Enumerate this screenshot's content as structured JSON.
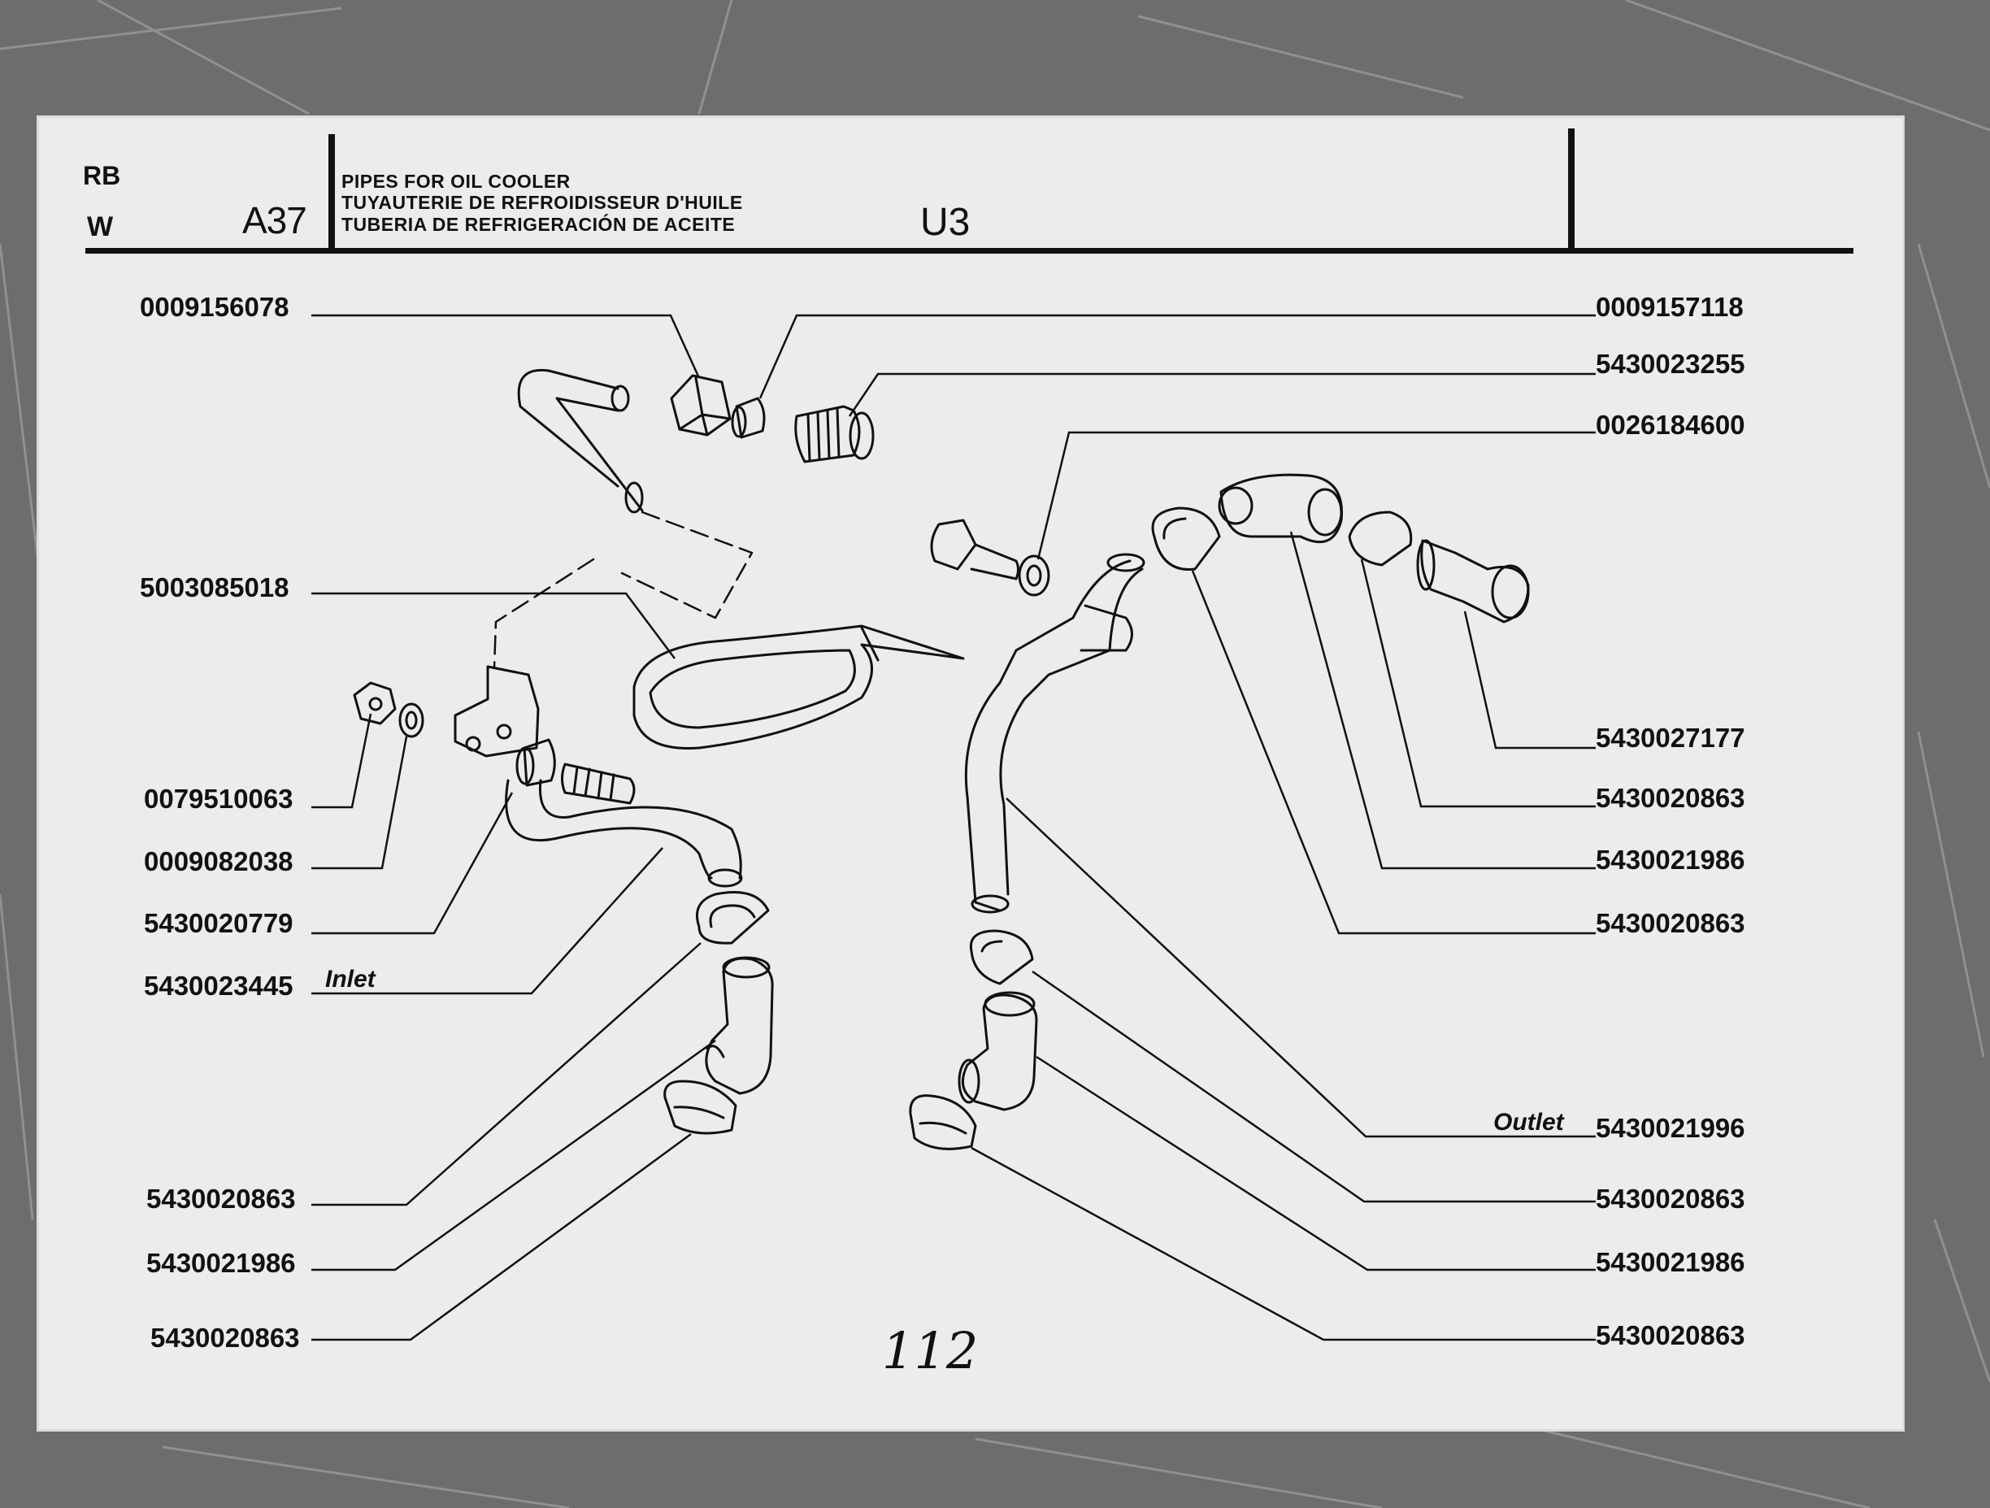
{
  "header": {
    "code_rb": "RB",
    "code_w": "W",
    "group": "A37",
    "titles": [
      "PIPES FOR OIL COOLER",
      "TUYAUTERIE DE REFROIDISSEUR D'HUILE",
      "TUBERIA DE REFRIGERACIÓN DE ACEITE"
    ],
    "variant": "U3"
  },
  "labels": {
    "inlet": "Inlet",
    "outlet": "Outlet"
  },
  "left_part_numbers": [
    "0009156078",
    "5003085018",
    "0079510063",
    "0009082038",
    "5430020779",
    "5430023445",
    "5430020863",
    "5430021986",
    "5430020863"
  ],
  "right_part_numbers": [
    "0009157118",
    "5430023255",
    "0026184600",
    "5430027177",
    "5430020863",
    "5430021986",
    "5430020863",
    "5430021996",
    "5430020863",
    "5430021986",
    "5430020863"
  ],
  "page_number": "112",
  "colors": {
    "paper": "#ececea",
    "ink": "#111111",
    "background": "#6f6f6f"
  }
}
